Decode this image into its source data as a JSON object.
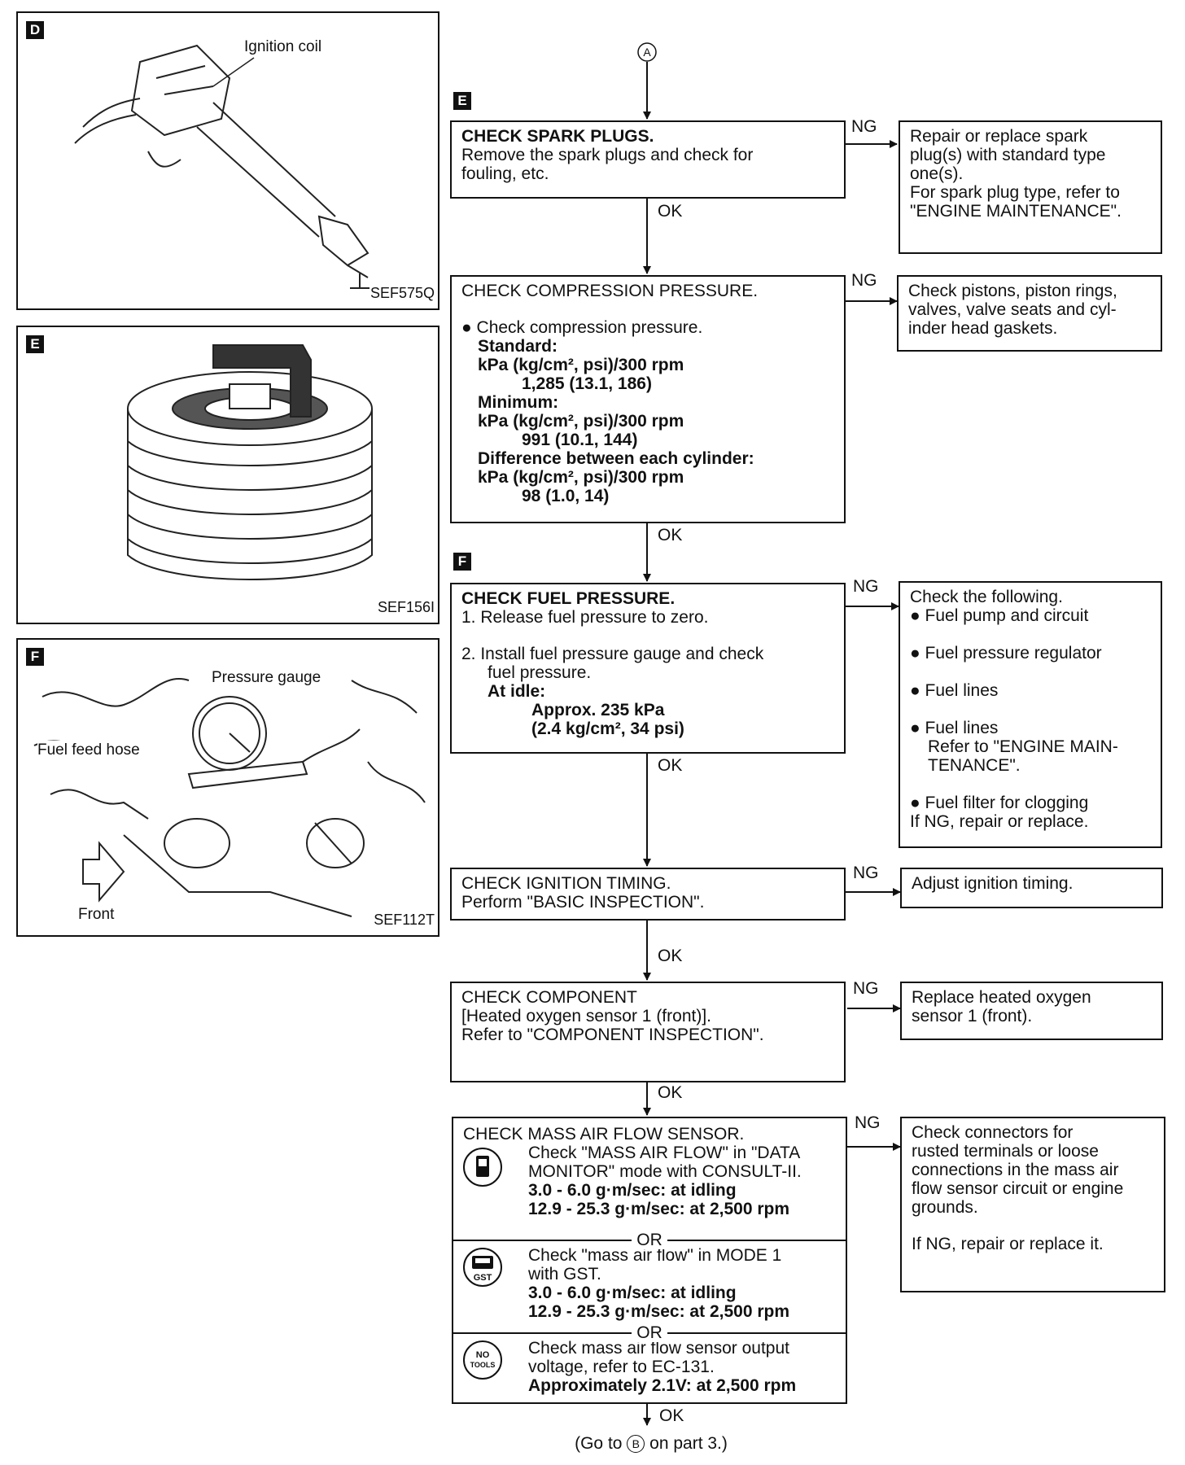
{
  "panels": {
    "d": {
      "tag": "D",
      "label": "Ignition coil",
      "code": "SEF575Q"
    },
    "e": {
      "tag": "E",
      "code": "SEF156I"
    },
    "f": {
      "tag": "F",
      "label_gauge": "Pressure gauge",
      "label_hose": "Fuel feed hose",
      "label_front": "Front",
      "code": "SEF112T"
    }
  },
  "connectors": {
    "top": "A",
    "bottom_text": "(Go to",
    "bottom_ref": "B",
    "bottom_suffix": "on part 3.)"
  },
  "tags": {
    "e": "E",
    "f": "F"
  },
  "ok": "OK",
  "ng": "NG",
  "steps": {
    "spark": {
      "title": "CHECK SPARK PLUGS.",
      "line1": "Remove the spark plugs and check for",
      "line2": "fouling, etc."
    },
    "spark_ng": {
      "l1": "Repair or replace spark",
      "l2": "plug(s) with standard type",
      "l3": "one(s).",
      "l4": "For spark plug type, refer to",
      "l5": "\"ENGINE MAINTENANCE\"."
    },
    "comp": {
      "title": "CHECK COMPRESSION PRESSURE.",
      "bullet": "Check compression pressure.",
      "std": "Standard:",
      "unit1": "kPa (kg/cm², psi)/300 rpm",
      "v1": "1,285 (13.1, 186)",
      "min": "Minimum:",
      "unit2": "kPa (kg/cm², psi)/300 rpm",
      "v2": "991 (10.1, 144)",
      "diff": "Difference between each cylinder:",
      "unit3": "kPa (kg/cm², psi)/300 rpm",
      "v3": "98 (1.0, 14)"
    },
    "comp_ng": {
      "l1": "Check pistons, piston rings,",
      "l2": "valves, valve seats and cyl-",
      "l3": "inder head gaskets."
    },
    "fuel": {
      "title": "CHECK FUEL PRESSURE.",
      "s1": "1.  Release fuel pressure to zero.",
      "s2a": "2.  Install fuel pressure gauge and check",
      "s2b": "fuel pressure.",
      "idle": "At idle:",
      "v1": "Approx. 235 kPa",
      "v2": "(2.4 kg/cm², 34 psi)"
    },
    "fuel_ng": {
      "head": "Check the following.",
      "i1": "Fuel pump and circuit",
      "i2": "Fuel pressure regulator",
      "i3": "Fuel lines",
      "i4": "Fuel lines",
      "i4a": "Refer to \"ENGINE MAIN-",
      "i4b": "TENANCE\".",
      "i5": "Fuel filter for clogging",
      "i6": "If NG, repair or replace."
    },
    "ign": {
      "title": "CHECK IGNITION TIMING.",
      "line1": "Perform \"BASIC INSPECTION\"."
    },
    "ign_ng": {
      "l1": "Adjust ignition timing."
    },
    "ho2": {
      "title": "CHECK COMPONENT",
      "line1": "[Heated oxygen sensor 1 (front)].",
      "line2": "Refer to \"COMPONENT INSPECTION\"."
    },
    "ho2_ng": {
      "l1": "Replace heated oxygen",
      "l2": "sensor 1 (front)."
    },
    "maf": {
      "title": "CHECK MASS AIR FLOW SENSOR.",
      "a1": "Check \"MASS AIR FLOW\" in \"DATA",
      "a2": "MONITOR\" mode with CONSULT-II.",
      "a3": "3.0 - 6.0 g·m/sec: at idling",
      "a4": "12.9 - 25.3 g·m/sec: at 2,500 rpm",
      "or": "OR",
      "b1": "Check \"mass air flow\" in MODE 1",
      "b2": "with GST.",
      "b3": "3.0 - 6.0 g·m/sec: at idling",
      "b4": "12.9 - 25.3 g·m/sec: at 2,500 rpm",
      "c1": "Check mass air flow sensor output",
      "c2": "voltage, refer to EC-131.",
      "c3": "Approximately 2.1V: at 2,500 rpm",
      "icon_gst": "GST",
      "icon_no1": "NO",
      "icon_no2": "TOOLS"
    },
    "maf_ng": {
      "l1": "Check connectors for",
      "l2": "rusted terminals or loose",
      "l3": "connections in the mass air",
      "l4": "flow sensor circuit or engine",
      "l5": "grounds.",
      "l6": "If NG, repair or replace it."
    }
  }
}
